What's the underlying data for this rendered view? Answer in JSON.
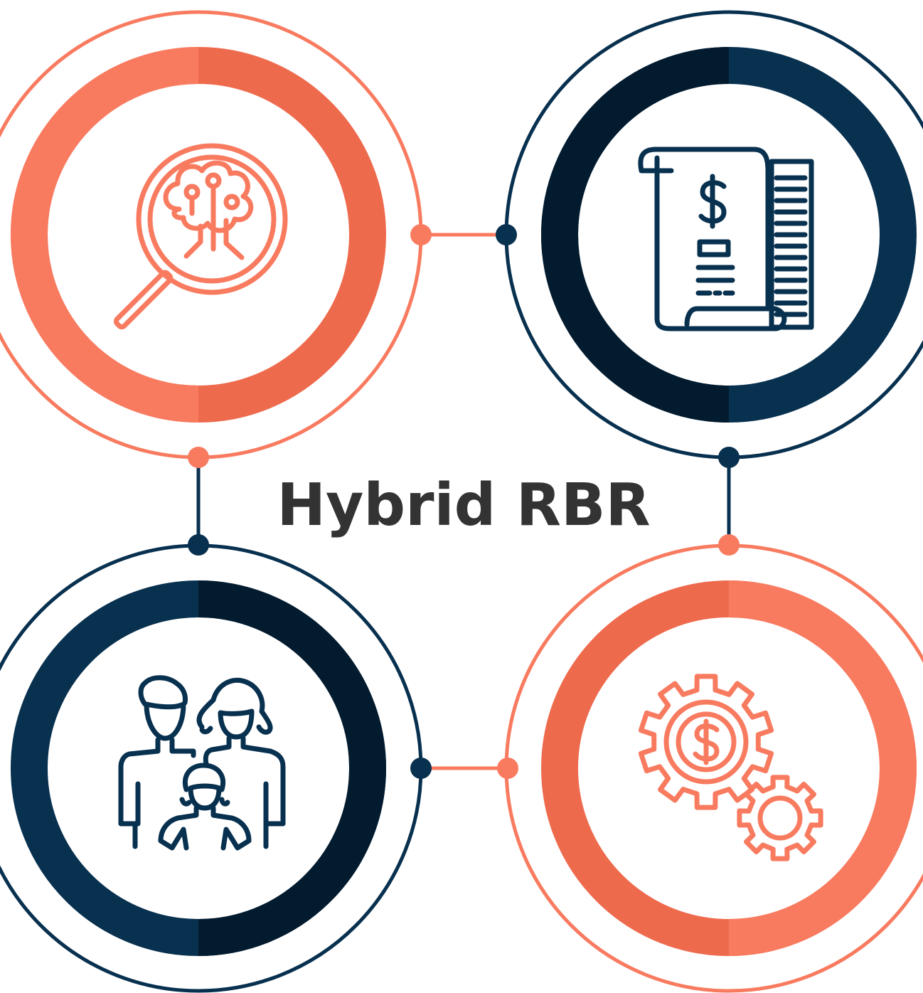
{
  "title": "Hybrid RBR",
  "colors": {
    "coral": "#f87b60",
    "coral_dark": "#ee6a4d",
    "navy": "#08304f",
    "navy_dark": "#031b2e",
    "text": "#333333",
    "background": "#ffffff"
  },
  "nodes": [
    {
      "id": "top-left",
      "icon": "brain-magnifier-icon",
      "color": "coral"
    },
    {
      "id": "top-right",
      "icon": "dollar-scroll-document-icon",
      "color": "navy"
    },
    {
      "id": "bottom-left",
      "icon": "family-icon",
      "color": "navy"
    },
    {
      "id": "bottom-right",
      "icon": "dollar-gears-icon",
      "color": "coral"
    }
  ]
}
